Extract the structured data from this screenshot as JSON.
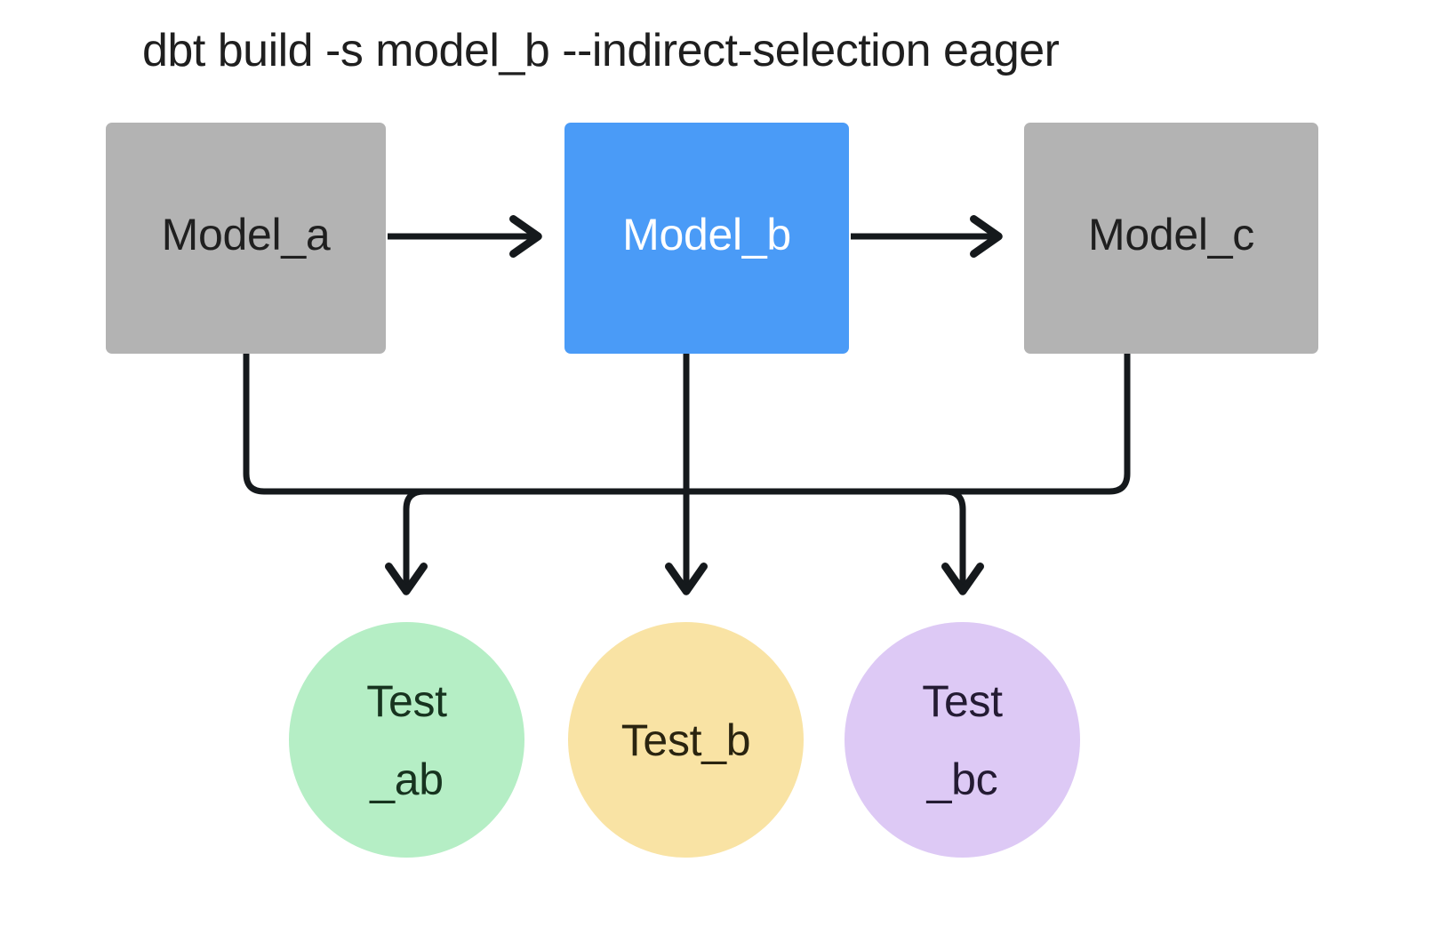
{
  "title": "dbt build -s model_b --indirect-selection eager",
  "colors": {
    "background": "#ffffff",
    "model_default_fill": "#b3b3b3",
    "model_selected_fill": "#4a9bf7",
    "model_default_text": "#1f1f1f",
    "model_selected_text": "#ffffff",
    "test_ab_fill": "#b5eec5",
    "test_b_fill": "#f9e3a4",
    "test_bc_fill": "#ddc9f5",
    "test_ab_text": "#17331f",
    "test_b_text": "#2a2410",
    "test_bc_text": "#241b33",
    "edge_stroke": "#15191c",
    "title_text": "#1f1f1f"
  },
  "nodes": {
    "models": [
      {
        "id": "model_a",
        "label": "Model_a",
        "shape": "rectangle",
        "selected": false
      },
      {
        "id": "model_b",
        "label": "Model_b",
        "shape": "rectangle",
        "selected": true
      },
      {
        "id": "model_c",
        "label": "Model_c",
        "shape": "rectangle",
        "selected": false
      }
    ],
    "tests": [
      {
        "id": "test_ab",
        "label": "Test\n_ab",
        "shape": "circle"
      },
      {
        "id": "test_b",
        "label": "Test_b",
        "shape": "circle"
      },
      {
        "id": "test_bc",
        "label": "Test\n_bc",
        "shape": "circle"
      }
    ]
  },
  "edges": [
    {
      "from": "model_a",
      "to": "model_b",
      "style": "straight-arrow"
    },
    {
      "from": "model_b",
      "to": "model_c",
      "style": "straight-arrow"
    },
    {
      "from": "model_a",
      "to": "test_ab",
      "style": "elbow-arrow"
    },
    {
      "from": "model_b",
      "to": "test_ab",
      "style": "elbow-arrow"
    },
    {
      "from": "model_b",
      "to": "test_b",
      "style": "straight-arrow"
    },
    {
      "from": "model_b",
      "to": "test_bc",
      "style": "elbow-arrow"
    },
    {
      "from": "model_c",
      "to": "test_bc",
      "style": "elbow-arrow"
    }
  ]
}
